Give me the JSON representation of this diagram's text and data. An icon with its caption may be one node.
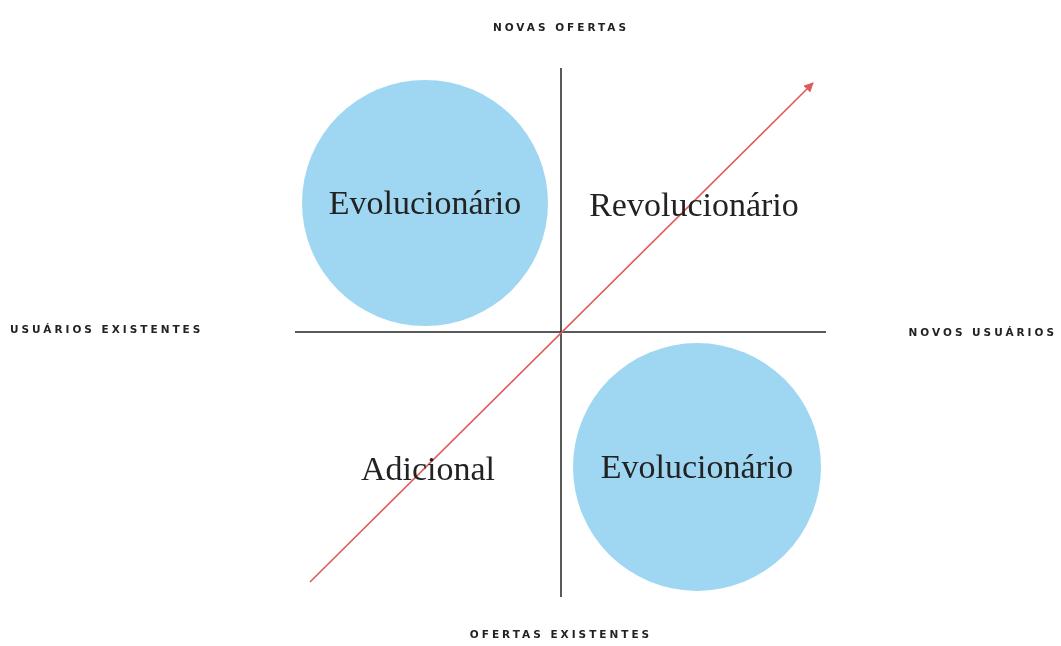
{
  "diagram": {
    "nodes": [
      {
        "text": [
          "Evolucionário"
        ]
      },
      {
        "text": [
          "Evolucionário"
        ]
      }
    ],
    "labels": [
      "NOVAS OFERTAS",
      "Revolucionário",
      "USUÁRIOS EXISTENTES",
      "NOVOS USUÁRIOS",
      "Adicional",
      "OFERTAS EXISTENTES"
    ]
  }
}
